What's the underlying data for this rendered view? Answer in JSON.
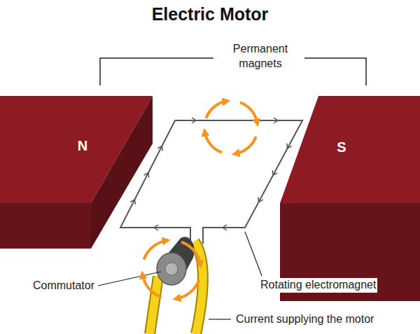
{
  "diagram": {
    "title": "Electric Motor",
    "nodes": [
      {
        "text": [
          "N"
        ]
      },
      {
        "text": [
          "S"
        ]
      }
    ],
    "labels": [
      "Permanent magnets",
      "Commutator",
      "Rotating electromagnet",
      "Current supplying the motor"
    ]
  }
}
